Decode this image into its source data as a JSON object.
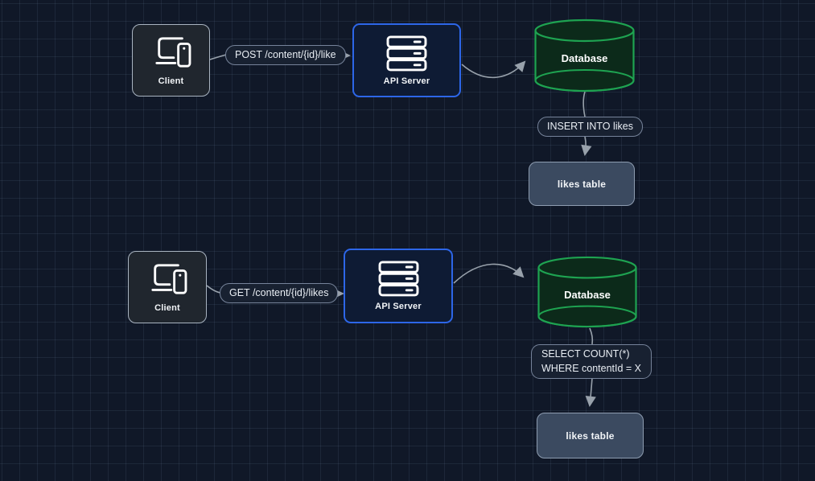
{
  "canvas": {
    "background": "#101828",
    "grid_color": "#2a3650"
  },
  "colors": {
    "client_border": "#a9b4c1",
    "client_fill": "#20262e",
    "api_border": "#2d66e8",
    "api_fill": "#0e1b34",
    "database_border": "#1ea351",
    "database_fill": "#0c2a1a",
    "table_fill": "#3b4a60",
    "table_border": "#8e9db1",
    "edge": "#98a1ab",
    "pill_fill": "#182131",
    "pill_border": "#76839a"
  },
  "icons": {
    "client": "devices-icon",
    "api_server": "server-stack-icon",
    "database": "database-cylinder"
  },
  "flows": [
    {
      "id": "record-like",
      "client_label": "Client",
      "request_label": "POST /content/{id}/like",
      "api_label": "API Server",
      "db_label": "Database",
      "query_label": "INSERT INTO likes",
      "table_label": "likes table"
    },
    {
      "id": "read-like-count",
      "client_label": "Client",
      "request_label": "GET /content/{id}/likes",
      "api_label": "API Server",
      "db_label": "Database",
      "query_lines": [
        "SELECT COUNT(*)",
        "WHERE contentId = X"
      ],
      "table_label": "likes table"
    }
  ]
}
